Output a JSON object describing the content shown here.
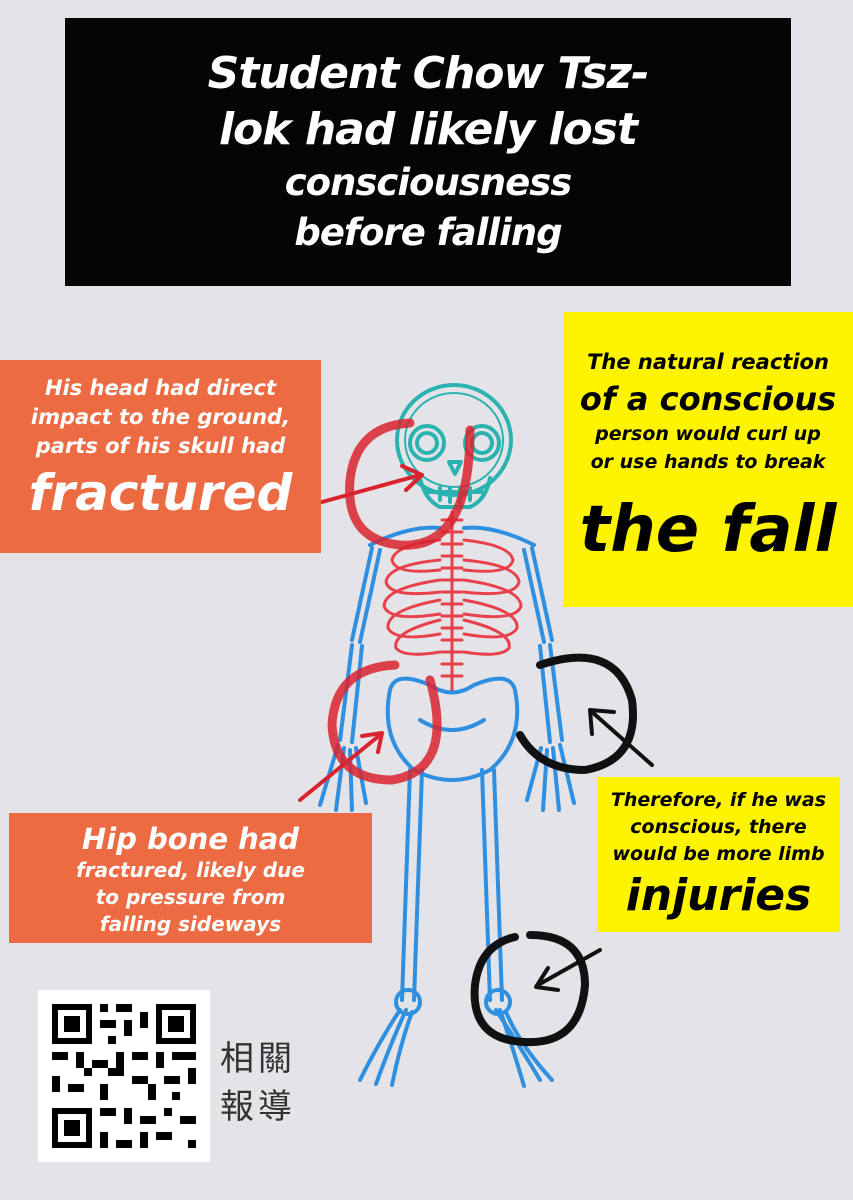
{
  "title": {
    "line1": "Student Chow Tsz-",
    "line2": "lok had likely lost",
    "line3": "consciousness",
    "line4": "before falling"
  },
  "head_box": {
    "line1": "His head had direct",
    "line2": "impact to the ground,",
    "line3": "parts of his skull had",
    "emphasis": "fractured"
  },
  "fall_box": {
    "line1": "The natural reaction",
    "line2": "of a conscious",
    "line3": "person would curl up",
    "line4": "or use hands to break",
    "emphasis": "the fall"
  },
  "hip_box": {
    "line1": "Hip bone had",
    "line2": "fractured, likely due",
    "line3": "to pressure from",
    "line4": "falling sideways"
  },
  "injury_box": {
    "line1": "Therefore, if he was",
    "line2": "conscious, there",
    "line3": "would be more limb",
    "emphasis": "injuries"
  },
  "related": {
    "line1": "相關",
    "line2": "報導"
  },
  "colors": {
    "background": "#e4e3e7",
    "title_bg": "#050505",
    "orange": "#ec6b43",
    "yellow": "#fff400",
    "skull": "#2bb3b1",
    "ribs": "#e8414c",
    "bones": "#2f8fe0",
    "red_circle": "#d9232f",
    "black_circle": "#111111"
  },
  "icons": [
    "skeleton-illustration",
    "qr-code",
    "arrow-icon"
  ]
}
